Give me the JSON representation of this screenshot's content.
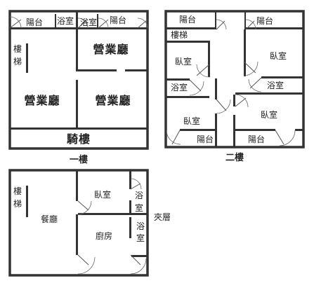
{
  "floor1": {
    "caption": "一樓",
    "rooms": {
      "balcony_left": "陽台",
      "bath_left": "浴室",
      "bath_right": "浴室",
      "balcony_right": "陽台",
      "stairs_line1": "樓",
      "stairs_line2": "梯",
      "hall_top_right": "營業廳",
      "hall_bottom_left": "營業廳",
      "hall_bottom_right": "營業廳",
      "arcade": "騎樓"
    }
  },
  "floor2": {
    "caption": "二樓",
    "rooms": {
      "balcony_top_left": "陽台",
      "balcony_top_right": "陽台",
      "stairs": "樓梯",
      "bedroom_left_upper": "臥室",
      "bedroom_right_upper": "臥室",
      "bath_left": "浴室",
      "bath_right": "浴室",
      "bedroom_left_lower": "臥室",
      "bedroom_right_lower": "臥室",
      "balcony_bottom_left": "陽台",
      "balcony_bottom_right": "陽台"
    }
  },
  "mezzanine": {
    "caption": "夾層",
    "rooms": {
      "stairs_line1": "樓",
      "stairs_line2": "梯",
      "dining": "餐廳",
      "bedroom": "臥室",
      "bath_upper_line1": "浴",
      "bath_upper_line2": "室",
      "kitchen": "廚房",
      "bath_lower_line1": "浴",
      "bath_lower_line2": "室"
    }
  }
}
